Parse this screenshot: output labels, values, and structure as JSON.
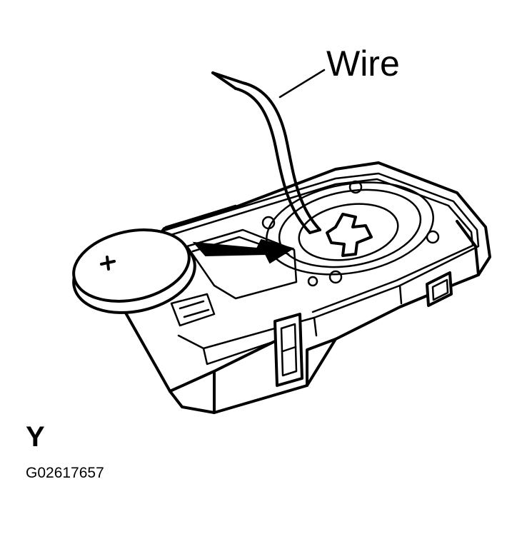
{
  "labels": {
    "wire": "Wire",
    "view": "Y",
    "figure_code": "G02617657"
  },
  "battery": {
    "polarity_mark": "+"
  },
  "colors": {
    "ink": "#000000",
    "background": "#ffffff"
  }
}
